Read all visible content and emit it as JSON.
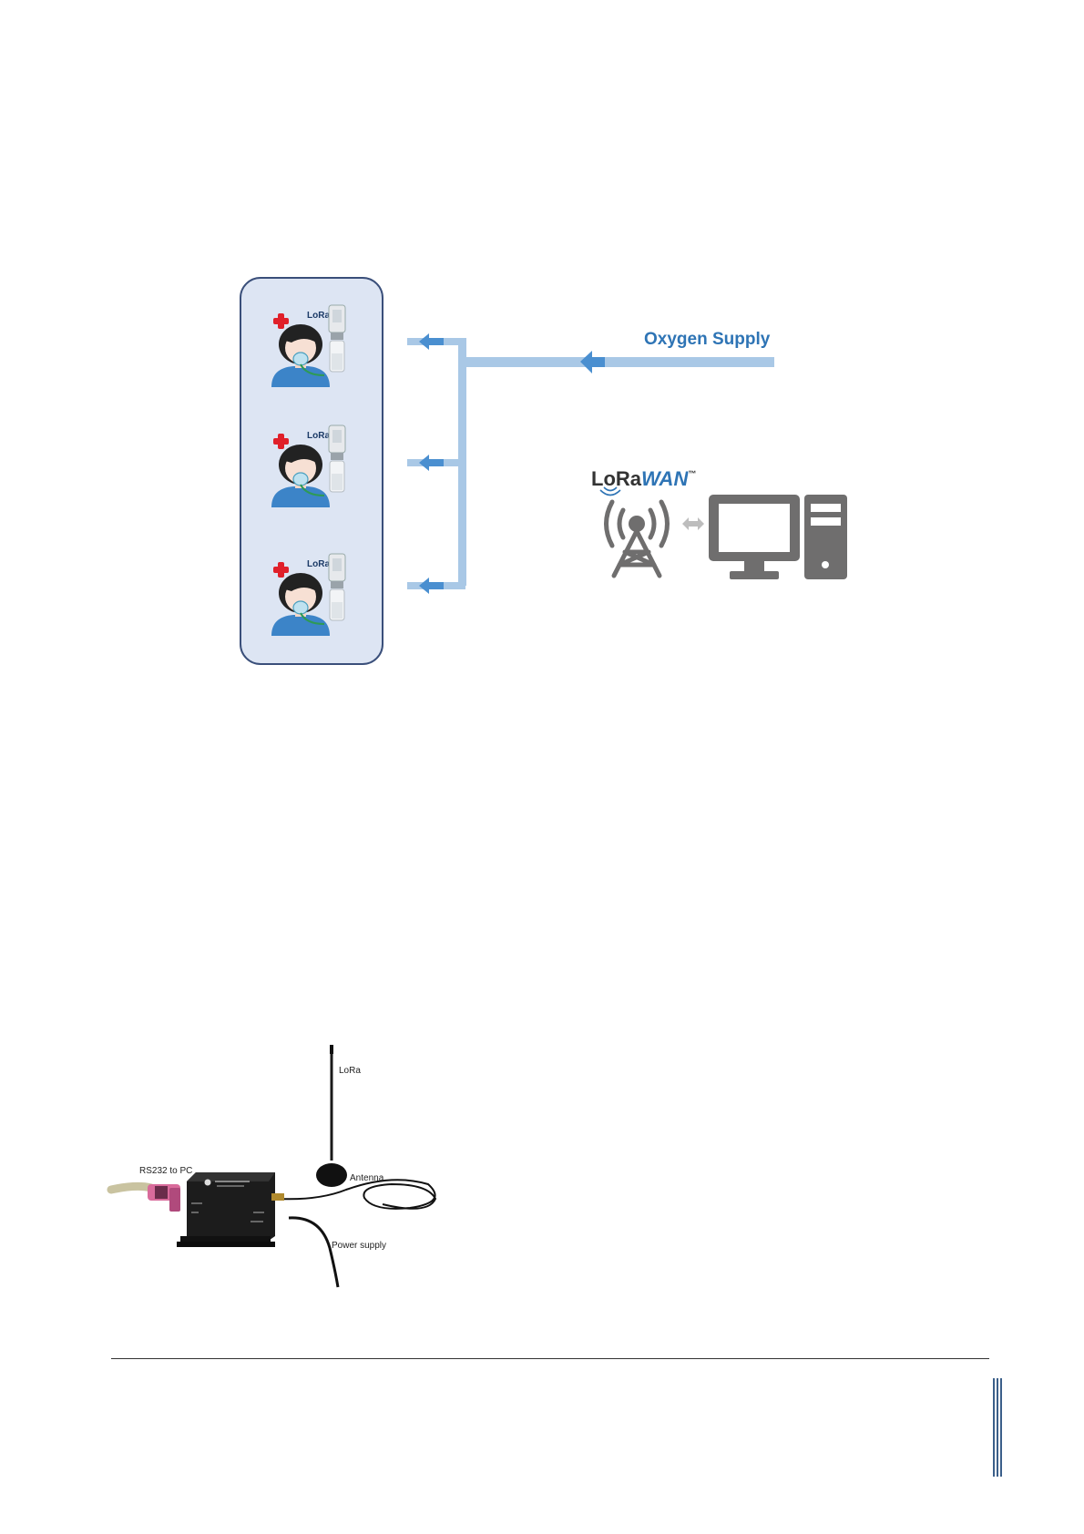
{
  "diagram": {
    "oxygen_supply_label": "Oxygen Supply",
    "lorawan_logo": {
      "lora": "LoRa",
      "wan": "WAN",
      "tm": "™"
    },
    "patient_units": [
      {
        "tag": "LoRa"
      },
      {
        "tag": "LoRa"
      },
      {
        "tag": "LoRa"
      }
    ],
    "icons": [
      "medical-cross-icon",
      "patient-with-mask-icon",
      "oxygen-flowmeter-icon",
      "arrow-left-icon",
      "radio-tower-icon",
      "bidirectional-arrow-icon",
      "monitor-icon",
      "pc-tower-icon"
    ]
  },
  "photo": {
    "labels": {
      "lora": "LoRa",
      "rs232": "RS232 to PC",
      "antenna": "Antenna",
      "power": "Power supply"
    }
  },
  "colors": {
    "pipe": "#a9c8e6",
    "arrow": "#4a8fd0",
    "label_blue": "#2e74b5",
    "panel_bg": "#dde5f3",
    "panel_border": "#3a4f7a",
    "device_gray": "#6f6e6e",
    "cross_red": "#e0202a",
    "person_blue": "#3c84c8"
  }
}
